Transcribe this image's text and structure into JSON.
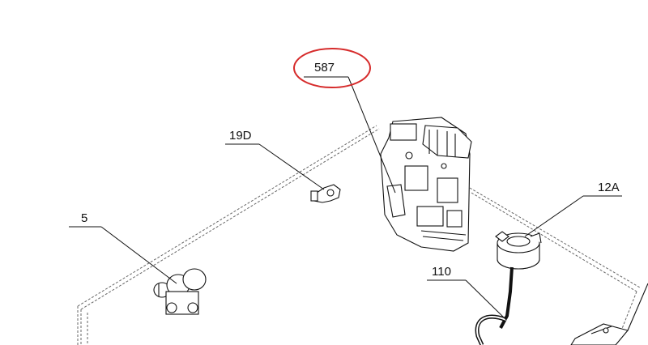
{
  "diagram": {
    "labels": [
      {
        "id": "587",
        "text": "587",
        "highlighted": true
      },
      {
        "id": "19D",
        "text": "19D",
        "highlighted": false
      },
      {
        "id": "5",
        "text": "5",
        "highlighted": false
      },
      {
        "id": "12A",
        "text": "12A",
        "highlighted": false
      },
      {
        "id": "110",
        "text": "110",
        "highlighted": false
      }
    ],
    "colors": {
      "line": "#111111",
      "dash": "#555555",
      "highlight_circle": "#d62b2b",
      "background": "#ffffff"
    }
  }
}
